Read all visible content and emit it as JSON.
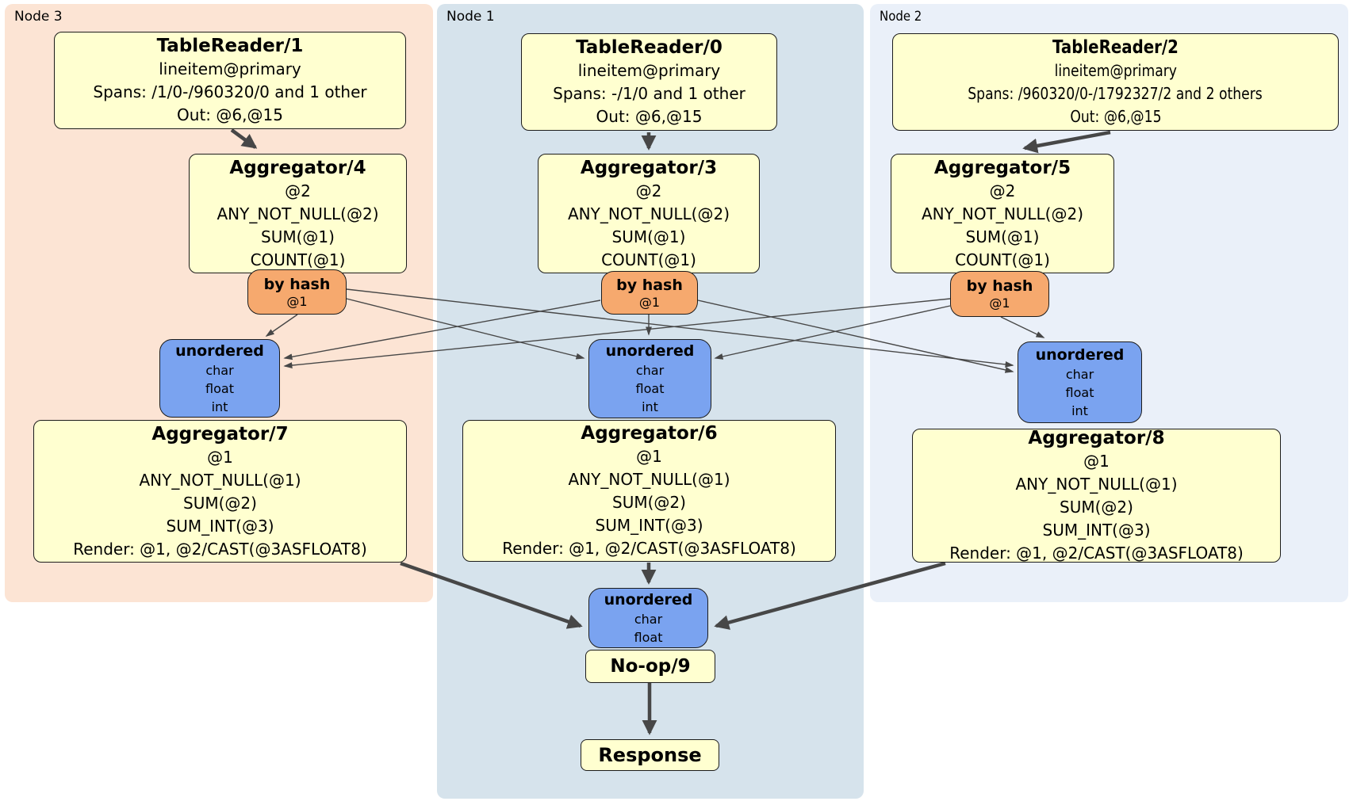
{
  "colors": {
    "node3_bg": "#fce4d4",
    "node1_bg": "#d6e3ec",
    "node2_bg": "#eaf0f9",
    "operator_box": "#ffffd0",
    "router_box": "#f6a96e",
    "sync_box": "#7aa3f0",
    "edge": "#474747"
  },
  "node3": {
    "label": "Node 3",
    "tablereader": {
      "title": "TableReader/1",
      "index": "lineitem@primary",
      "spans": "Spans: /1/0-/960320/0 and 1 other",
      "out": "Out: @6,@15"
    },
    "aggregator_top": {
      "title": "Aggregator/4",
      "group": "@2",
      "fn1": "ANY_NOT_NULL(@2)",
      "fn2": "SUM(@1)",
      "fn3": "COUNT(@1)"
    },
    "router": {
      "title": "by hash",
      "columns": "@1"
    },
    "sync": {
      "title": "unordered",
      "types": [
        "char",
        "float",
        "int"
      ]
    },
    "aggregator_bottom": {
      "title": "Aggregator/7",
      "group": "@1",
      "fn1": "ANY_NOT_NULL(@1)",
      "fn2": "SUM(@2)",
      "fn3": "SUM_INT(@3)",
      "render": "Render: @1, @2/CAST(@3ASFLOAT8)"
    }
  },
  "node1": {
    "label": "Node 1",
    "tablereader": {
      "title": "TableReader/0",
      "index": "lineitem@primary",
      "spans": "Spans: -/1/0 and 1 other",
      "out": "Out: @6,@15"
    },
    "aggregator_top": {
      "title": "Aggregator/3",
      "group": "@2",
      "fn1": "ANY_NOT_NULL(@2)",
      "fn2": "SUM(@1)",
      "fn3": "COUNT(@1)"
    },
    "router": {
      "title": "by hash",
      "columns": "@1"
    },
    "sync": {
      "title": "unordered",
      "types": [
        "char",
        "float",
        "int"
      ]
    },
    "aggregator_bottom": {
      "title": "Aggregator/6",
      "group": "@1",
      "fn1": "ANY_NOT_NULL(@1)",
      "fn2": "SUM(@2)",
      "fn3": "SUM_INT(@3)",
      "render": "Render: @1, @2/CAST(@3ASFLOAT8)"
    },
    "final_sync": {
      "title": "unordered",
      "types": [
        "char",
        "float"
      ]
    },
    "noop": {
      "title": "No-op/9"
    },
    "response": {
      "title": "Response"
    }
  },
  "node2": {
    "label": "Node 2",
    "tablereader": {
      "title": "TableReader/2",
      "index": "lineitem@primary",
      "spans": "Spans: /960320/0-/1792327/2 and 2 others",
      "out": "Out: @6,@15"
    },
    "aggregator_top": {
      "title": "Aggregator/5",
      "group": "@2",
      "fn1": "ANY_NOT_NULL(@2)",
      "fn2": "SUM(@1)",
      "fn3": "COUNT(@1)"
    },
    "router": {
      "title": "by hash",
      "columns": "@1"
    },
    "sync": {
      "title": "unordered",
      "types": [
        "char",
        "float",
        "int"
      ]
    },
    "aggregator_bottom": {
      "title": "Aggregator/8",
      "group": "@1",
      "fn1": "ANY_NOT_NULL(@1)",
      "fn2": "SUM(@2)",
      "fn3": "SUM_INT(@3)",
      "render": "Render: @1, @2/CAST(@3ASFLOAT8)"
    }
  }
}
